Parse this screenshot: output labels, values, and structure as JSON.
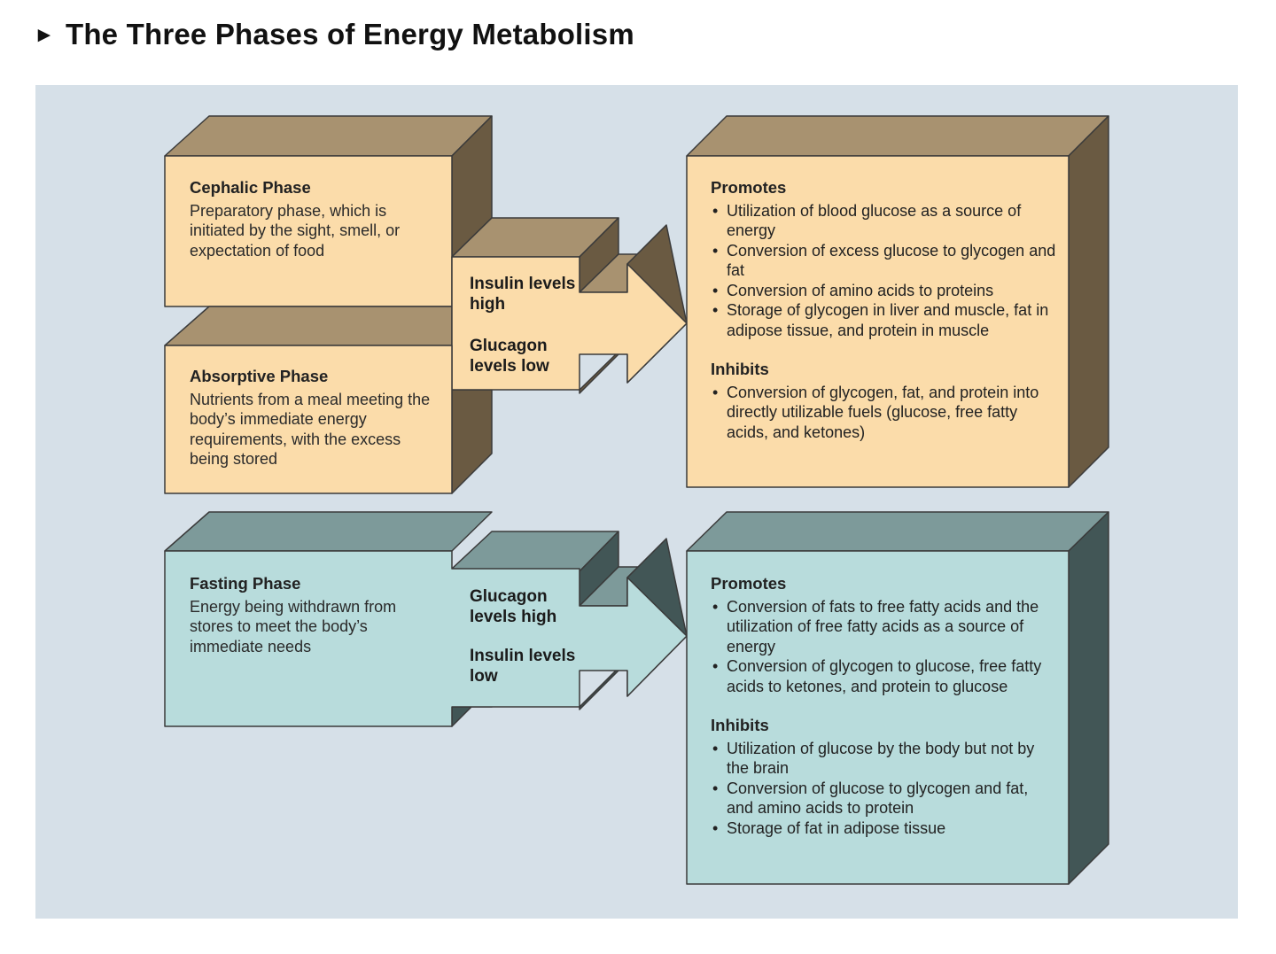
{
  "title": "The Three Phases of Energy Metabolism",
  "title_marker": "►",
  "colors": {
    "panel_bg": "#d6e0e8",
    "fed_face": "#fbdcaa",
    "fed_top": "#a89270",
    "fed_side": "#6a5a42",
    "fasting_face": "#b8dcdc",
    "fasting_top": "#7d9a9a",
    "fasting_side": "#425656"
  },
  "cephalic": {
    "heading": "Cephalic Phase",
    "description": "Preparatory phase, which is initiated by the sight, smell, or expectation of food"
  },
  "absorptive": {
    "heading": "Absorptive Phase",
    "description": "Nutrients from a meal meeting the body’s immediate energy requirements, with the excess being stored"
  },
  "fed_arrow": {
    "label_1": "Insulin levels high",
    "label_2": "Glucagon levels low"
  },
  "fed_effects": {
    "promotes_heading": "Promotes",
    "promotes": [
      "Utilization of blood glucose as a source of energy",
      "Conversion of excess glucose to glycogen and fat",
      "Conversion of amino acids to proteins",
      "Storage of glycogen in liver and muscle, fat in adipose tissue, and protein in muscle"
    ],
    "inhibits_heading": "Inhibits",
    "inhibits": [
      "Conversion of glycogen, fat, and protein into directly utilizable fuels (glucose, free fatty acids, and ketones)"
    ]
  },
  "fasting": {
    "heading": "Fasting Phase",
    "description": "Energy being withdrawn from stores to meet the body’s immediate needs"
  },
  "fasting_arrow": {
    "label_1": "Glucagon levels high",
    "label_2": "Insulin levels low"
  },
  "fasting_effects": {
    "promotes_heading": "Promotes",
    "promotes": [
      "Conversion of fats to free fatty acids and the utilization of free fatty acids as a source of energy",
      "Conversion of glycogen to glucose, free fatty acids to ketones, and protein to glucose"
    ],
    "inhibits_heading": "Inhibits",
    "inhibits": [
      "Utilization of glucose by the body but not by the brain",
      "Conversion of glucose to glycogen and fat, and amino acids to protein",
      "Storage of fat in adipose tissue"
    ]
  }
}
